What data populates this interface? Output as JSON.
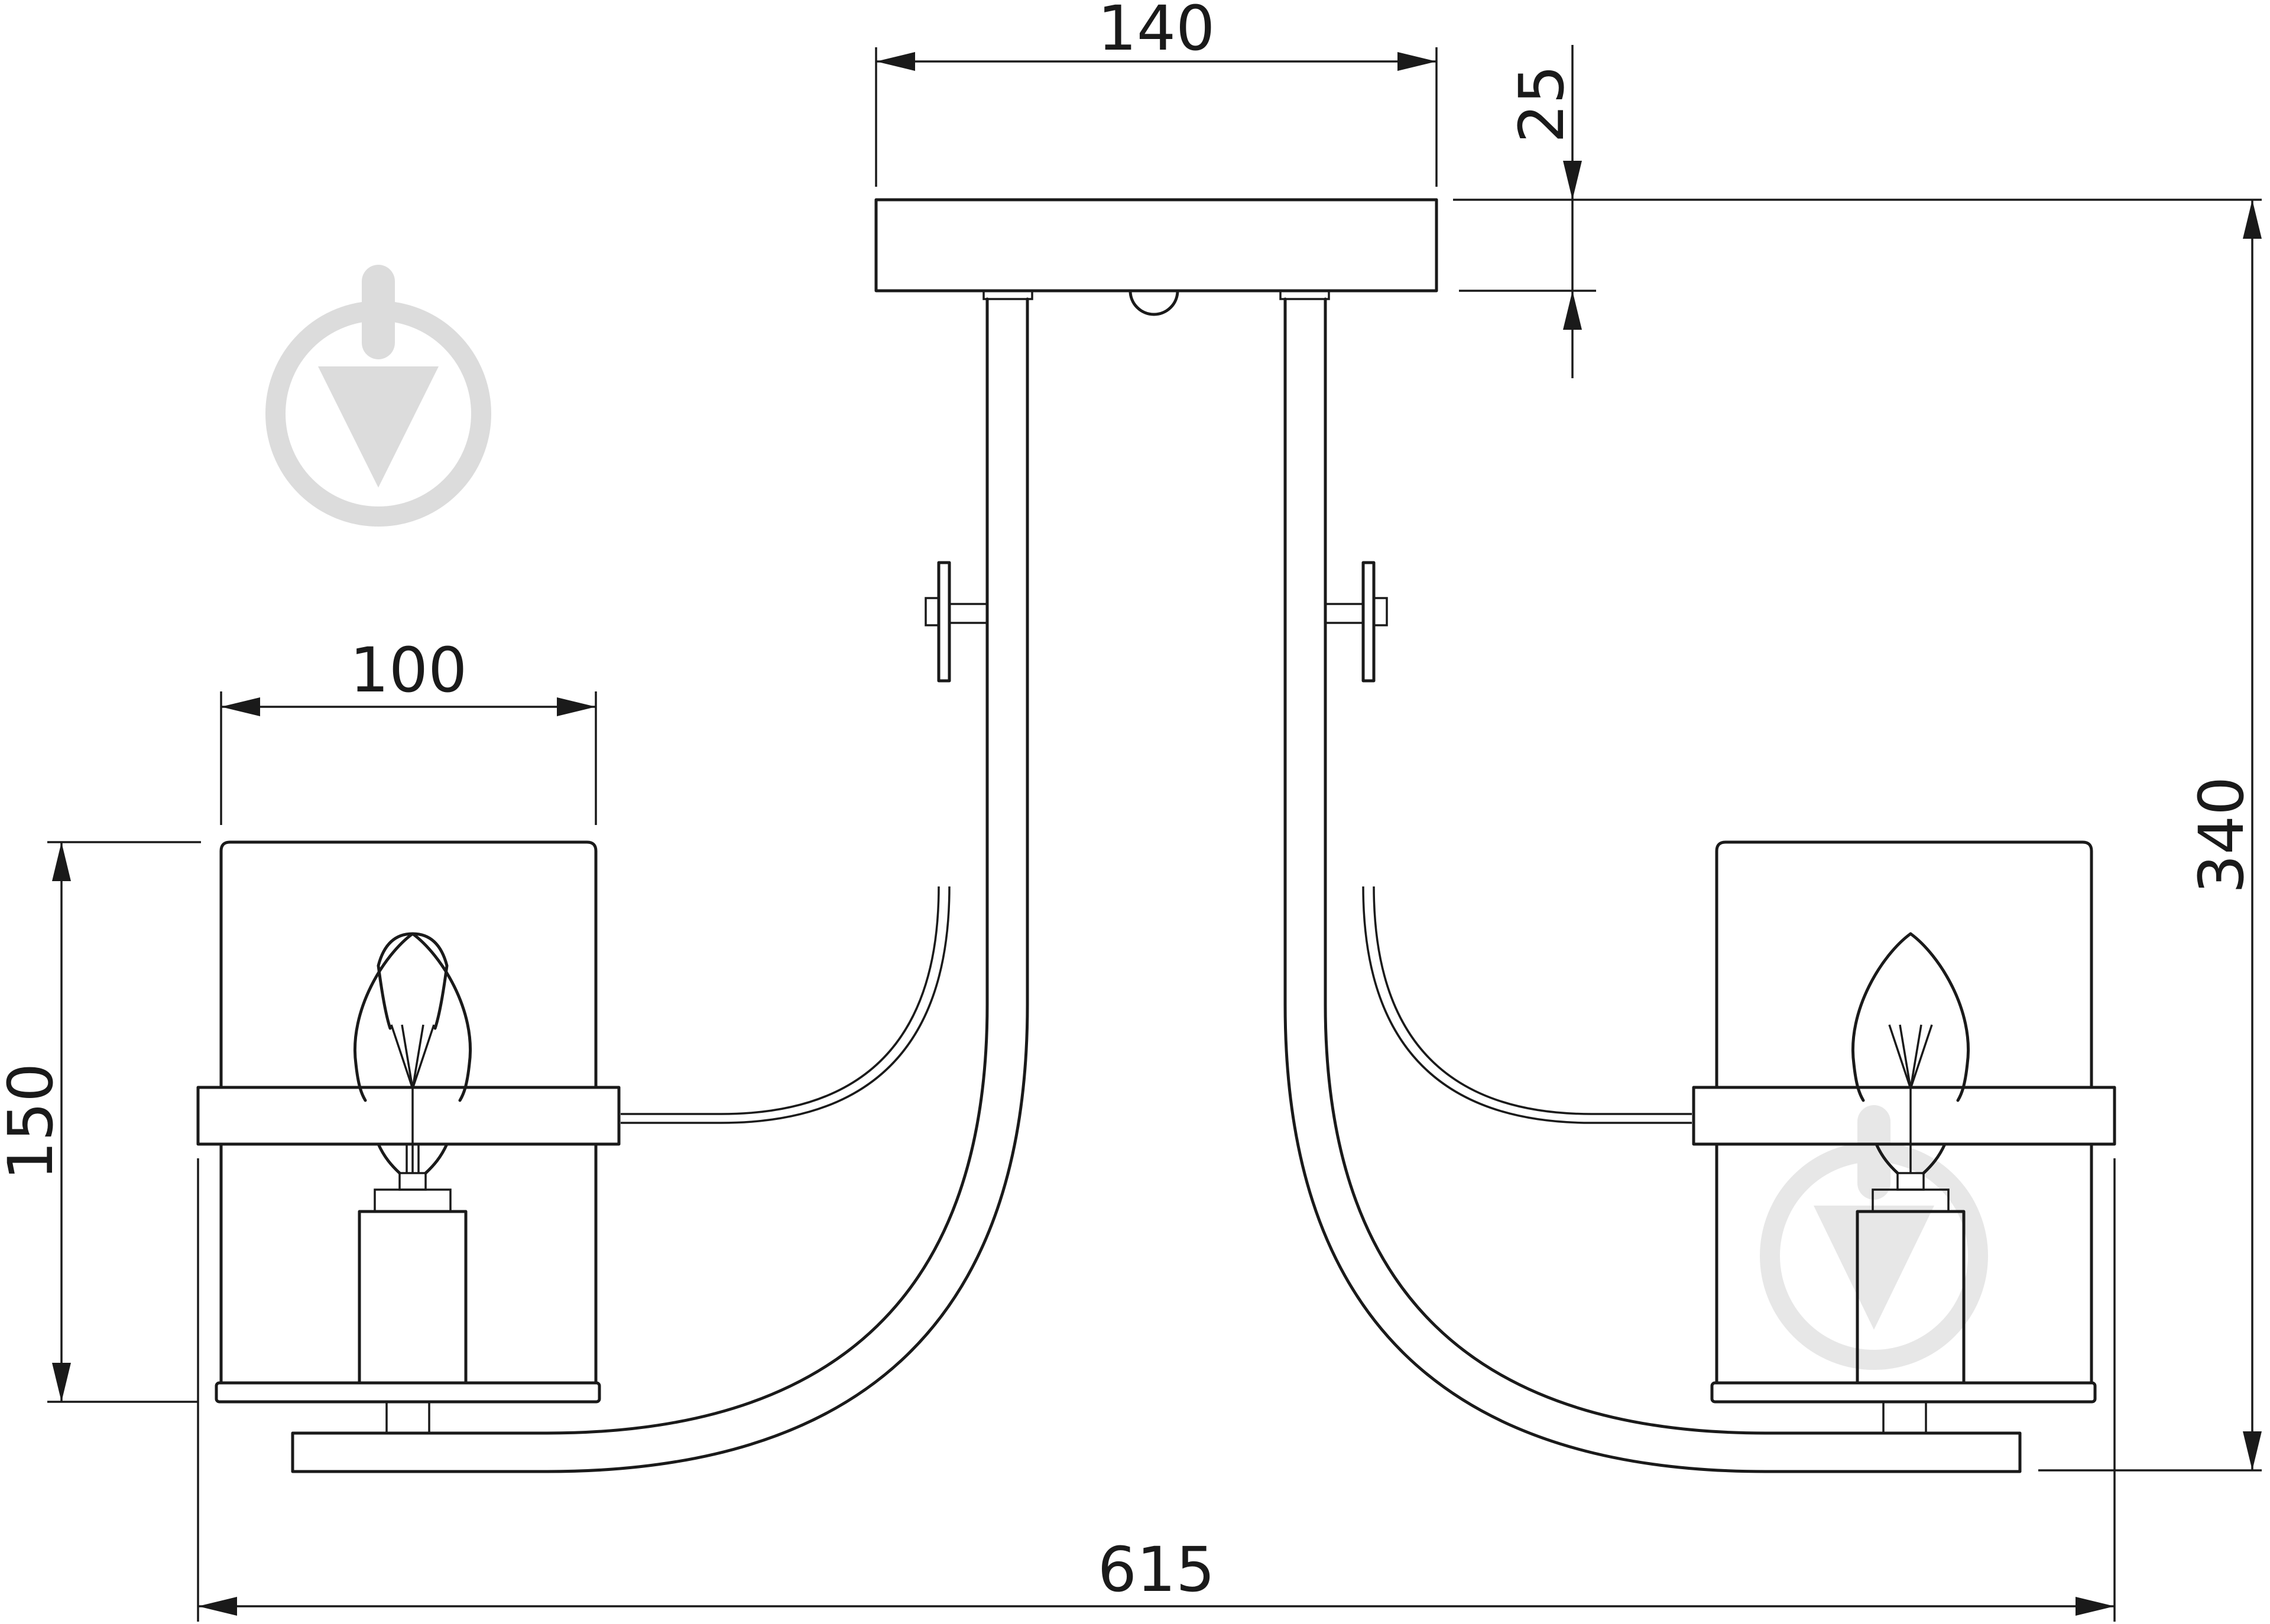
{
  "drawing": {
    "subject": "ceiling-light-dimension-drawing",
    "dimensions": {
      "canopy_width": "140",
      "canopy_height": "25",
      "total_height": "340",
      "shade_width": "100",
      "shade_height": "150",
      "total_width": "615"
    },
    "watermark_icon": "pin-drop-logo-icon"
  }
}
